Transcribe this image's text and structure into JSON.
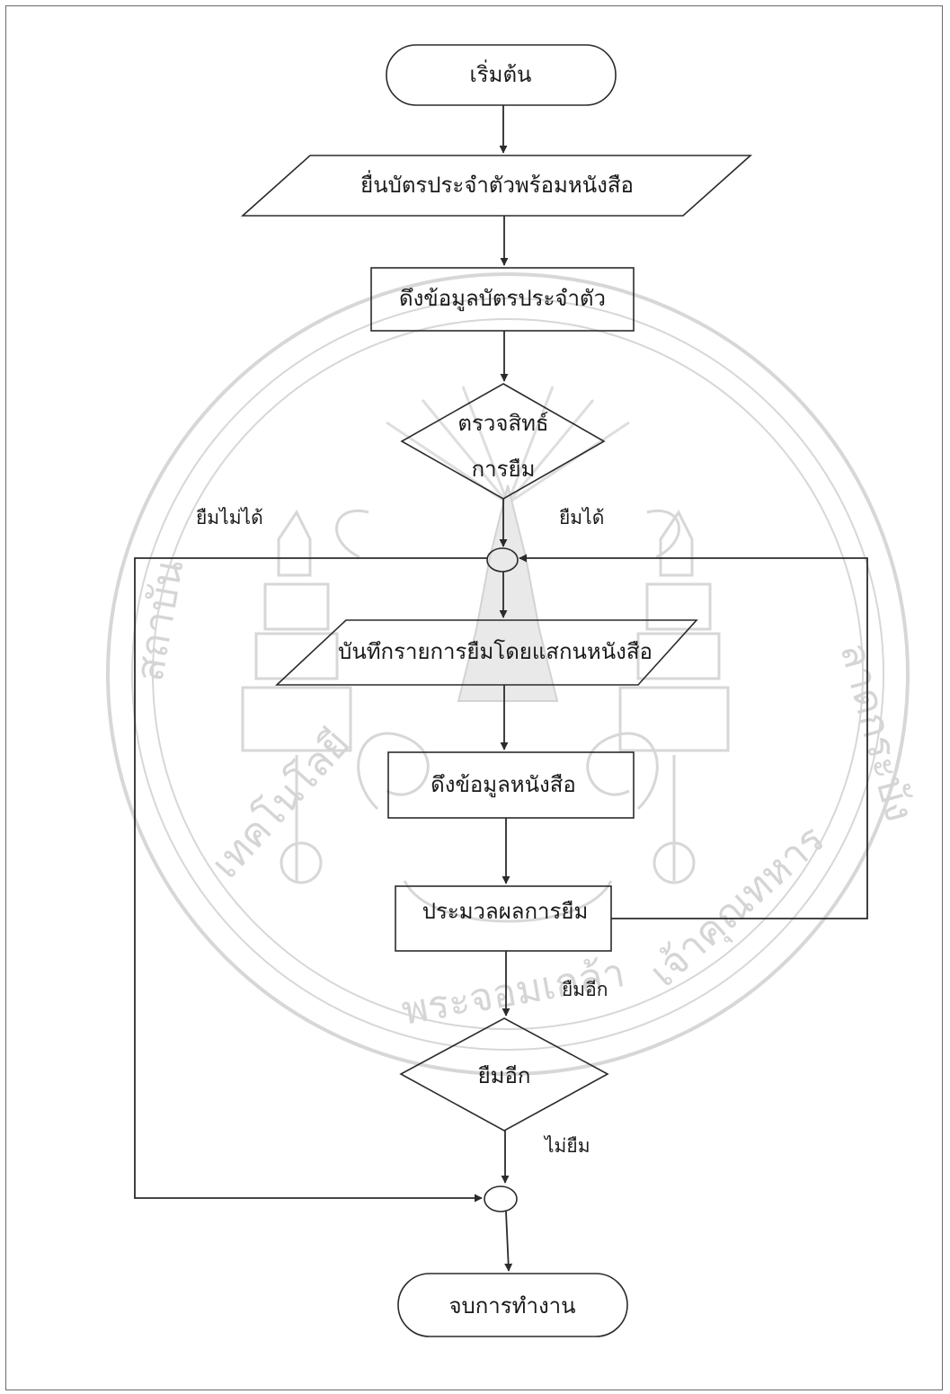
{
  "nodes": {
    "start": "เริ่มต้น",
    "submit_card": "ยื่นบัตรประจำตัวพร้อมหนังสือ",
    "fetch_card": "ดึงข้อมูลบัตรประจำตัว",
    "check_rights_line1": "ตรวจสิทธ์",
    "check_rights_line2": "การยืม",
    "record_loan": "บันทึกรายการยืมโดยแสกนหนังสือ",
    "fetch_book": "ดึงข้อมูลหนังสือ",
    "process_loan": "ประมวลผลการยืม",
    "borrow_again": "ยืมอีก",
    "end": "จบการทำงาน"
  },
  "edges": {
    "cannot_borrow": "ยืมไม่ได้",
    "can_borrow": "ยืมได้",
    "borrow_again": "ยืมอีก",
    "no_borrow": "ไม่ยืม"
  },
  "colors": {
    "line": "#2b2b2b",
    "watermark": "#d7d7d7"
  }
}
